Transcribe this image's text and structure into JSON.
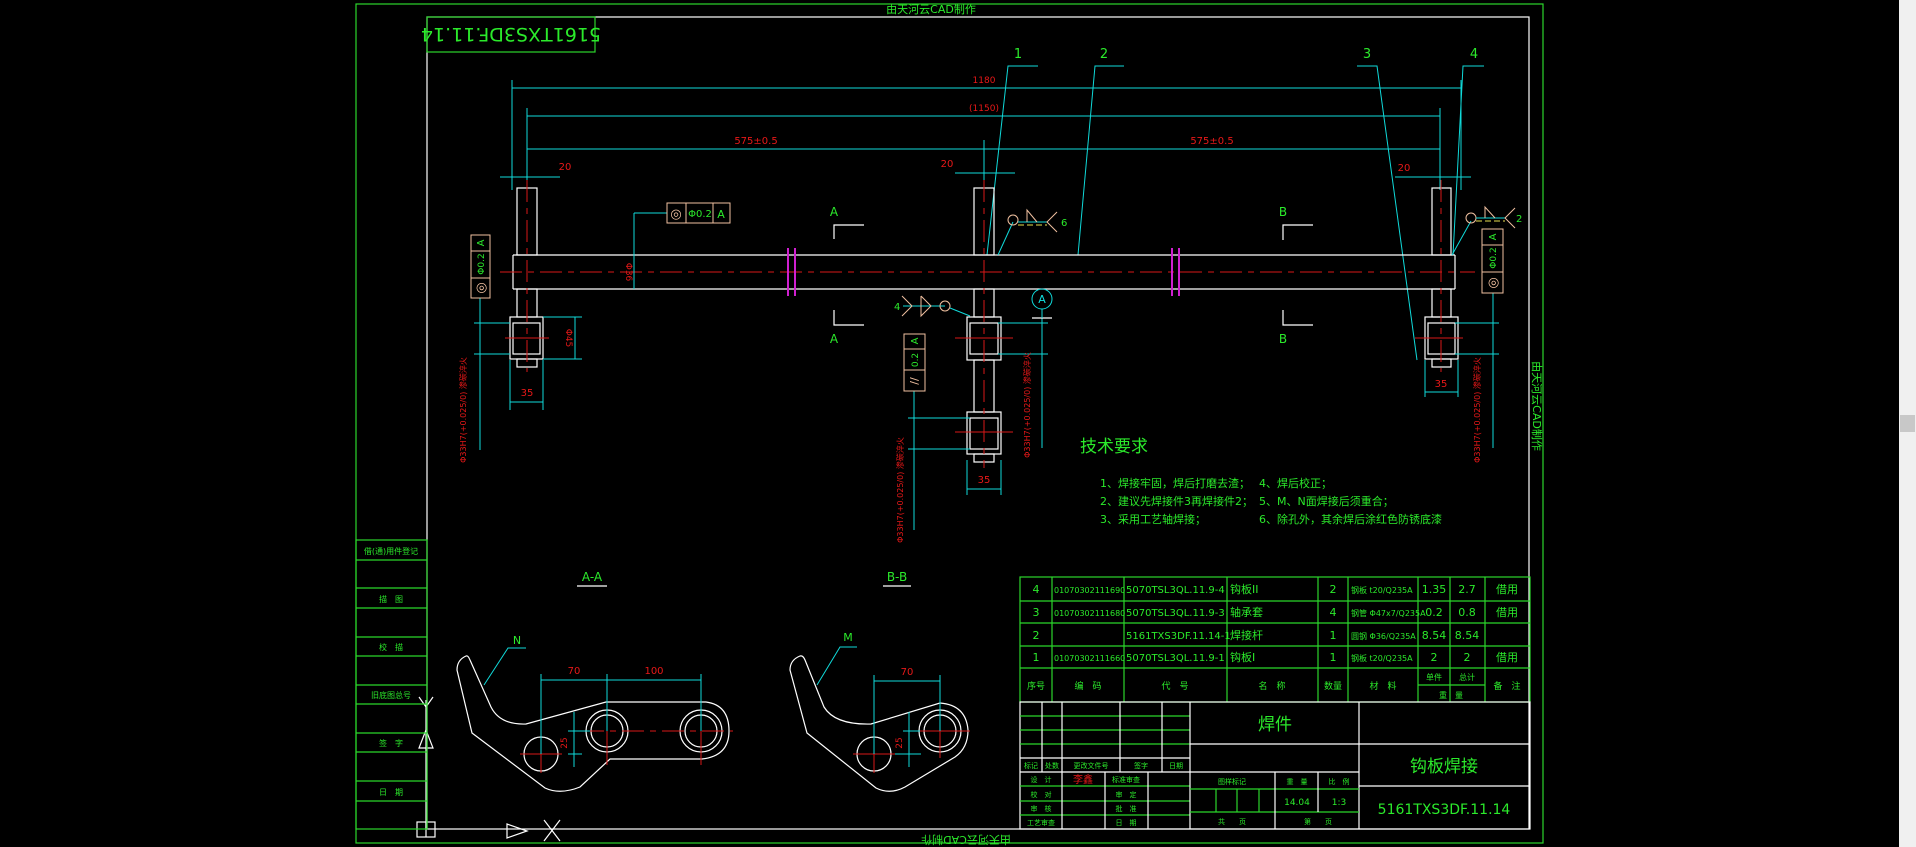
{
  "watermark": "由天河云CAD制作",
  "drawing_number_box": "5161TXS3DF.11.14",
  "balloons": [
    "1",
    "2",
    "3",
    "4"
  ],
  "dims": {
    "overall": "1180",
    "inner": "(1150)",
    "half_left": "575±0.5",
    "half_right": "575±0.5",
    "plate_left": "20",
    "plate_center": "20",
    "plate_right": "20",
    "rod_dia": "Φ36",
    "bush_od": "Φ45",
    "bush_len_left": "35",
    "bush_len_center": "35",
    "bush_len_right": "35",
    "bore_note": "Φ33H7(+0.025/0) 渗碳淬火"
  },
  "gdt": {
    "concentric_symbol": "◎",
    "parallel_symbol": "//",
    "tol_dia": "Φ0.2",
    "tol": "0.2",
    "datum": "A"
  },
  "datum_label": "A",
  "weld_labels": [
    "6",
    "2",
    "4"
  ],
  "section_markers": {
    "a": "A",
    "b": "B"
  },
  "section_views": [
    {
      "title": "A-A",
      "leader": "N",
      "dims": [
        "70",
        "100",
        "25"
      ]
    },
    {
      "title": "B-B",
      "leader": "M",
      "dims": [
        "70",
        "25"
      ]
    }
  ],
  "tech_req": {
    "title": "技术要求",
    "items": [
      "1、焊接牢固，焊后打磨去渣；",
      "2、建议先焊接件3再焊接件2；",
      "3、采用工艺轴焊接；",
      "4、焊后校正；",
      "5、M、N面焊接后须重合；",
      "6、除孔外，其余焊后涂红色防锈底漆"
    ]
  },
  "parts_table": {
    "rows": [
      [
        "4",
        "01070302111690",
        "5070TSL3QL.11.9-4",
        "钩板II",
        "2",
        "钢板 t20/Q235A",
        "1.35",
        "2.7",
        "借用"
      ],
      [
        "3",
        "01070302111680",
        "5070TSL3QL.11.9-3",
        "轴承套",
        "4",
        "钢管 Φ47x7/Q235A",
        "0.2",
        "0.8",
        "借用"
      ],
      [
        "2",
        "",
        "5161TXS3DF.11.14-1",
        "焊接杆",
        "1",
        "圆钢 Φ36/Q235A",
        "8.54",
        "8.54",
        ""
      ],
      [
        "1",
        "01070302111660",
        "5070TSL3QL.11.9-1",
        "钩板I",
        "1",
        "钢板 t20/Q235A",
        "2",
        "2",
        "借用"
      ]
    ],
    "headers": {
      "seq": "序号",
      "code": "编　码",
      "drawing_no": "代　号",
      "name": "名　称",
      "qty": "数量",
      "material": "材　料",
      "single": "单件",
      "total": "总计",
      "weight": "重　量",
      "note": "备　注"
    }
  },
  "title_block": {
    "part_type": "焊件",
    "part_name": "钩板焊接",
    "drawing_number": "5161TXS3DF.11.14",
    "rev_headers": [
      "标记",
      "处数",
      "更改文件号",
      "签字",
      "日期"
    ],
    "design": "设　计",
    "designer_signature": "李鑫",
    "std_review": "标准审查",
    "check": "校　对",
    "approve_final": "审　定",
    "review": "审　核",
    "ratify": "批　准",
    "process_review": "工艺审查",
    "date": "日　期",
    "sample_mark": "图样标记",
    "weight_label": "重　量",
    "scale_label": "比　例",
    "weight": "14.04",
    "scale": "1:3",
    "sheets_total": "共　　页",
    "sheet_no": "第　　页"
  },
  "left_strip": [
    "借(通)用件登记",
    "描　图",
    "校　描",
    "旧底图总号",
    "签　字",
    "日　期"
  ],
  "colors": {
    "background": "#000000",
    "border": "#2bd62b",
    "text": "#2bea2b",
    "dimension": "#10dada",
    "dimension_text": "#e81818",
    "outline": "#ffffff",
    "hatch": "#e8e050",
    "break_mark": "#d020d0",
    "gdt_frame": "#f0c0a0"
  }
}
